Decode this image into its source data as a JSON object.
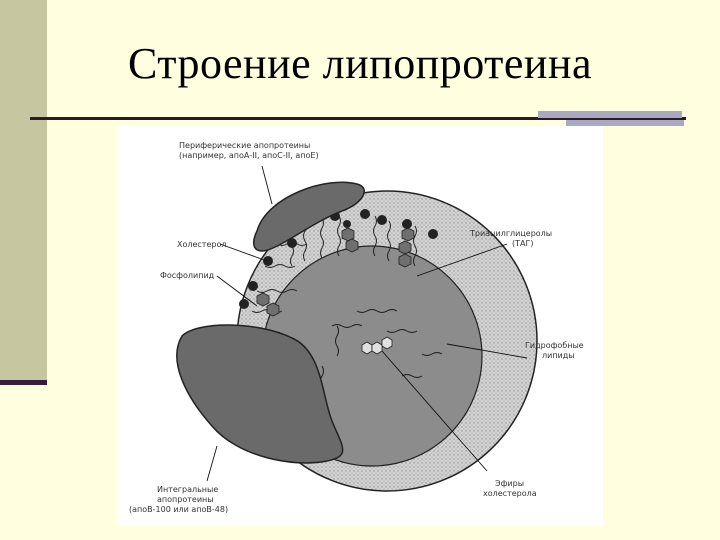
{
  "slide": {
    "title": "Строение липопротеина"
  },
  "diagram": {
    "labels": {
      "peripheral_line1": "Периферические апопротеины",
      "peripheral_line2": "(например, апоА-II, апоС-II, апоЕ)",
      "cholesterol": "Холестерол",
      "phospholipid": "Фосфолипид",
      "tag_line1": "Триацилглицеролы",
      "tag_line2": "(ТАГ)",
      "hydrophobic_line1": "Гидрофобные",
      "hydrophobic_line2": "липиды",
      "integral_line1": "Интегральные",
      "integral_line2": "апопротеины",
      "integral_line3": "(апоВ-100 или апоВ-48)",
      "esters_line1": "Эфиры",
      "esters_line2": "холестерола"
    }
  }
}
